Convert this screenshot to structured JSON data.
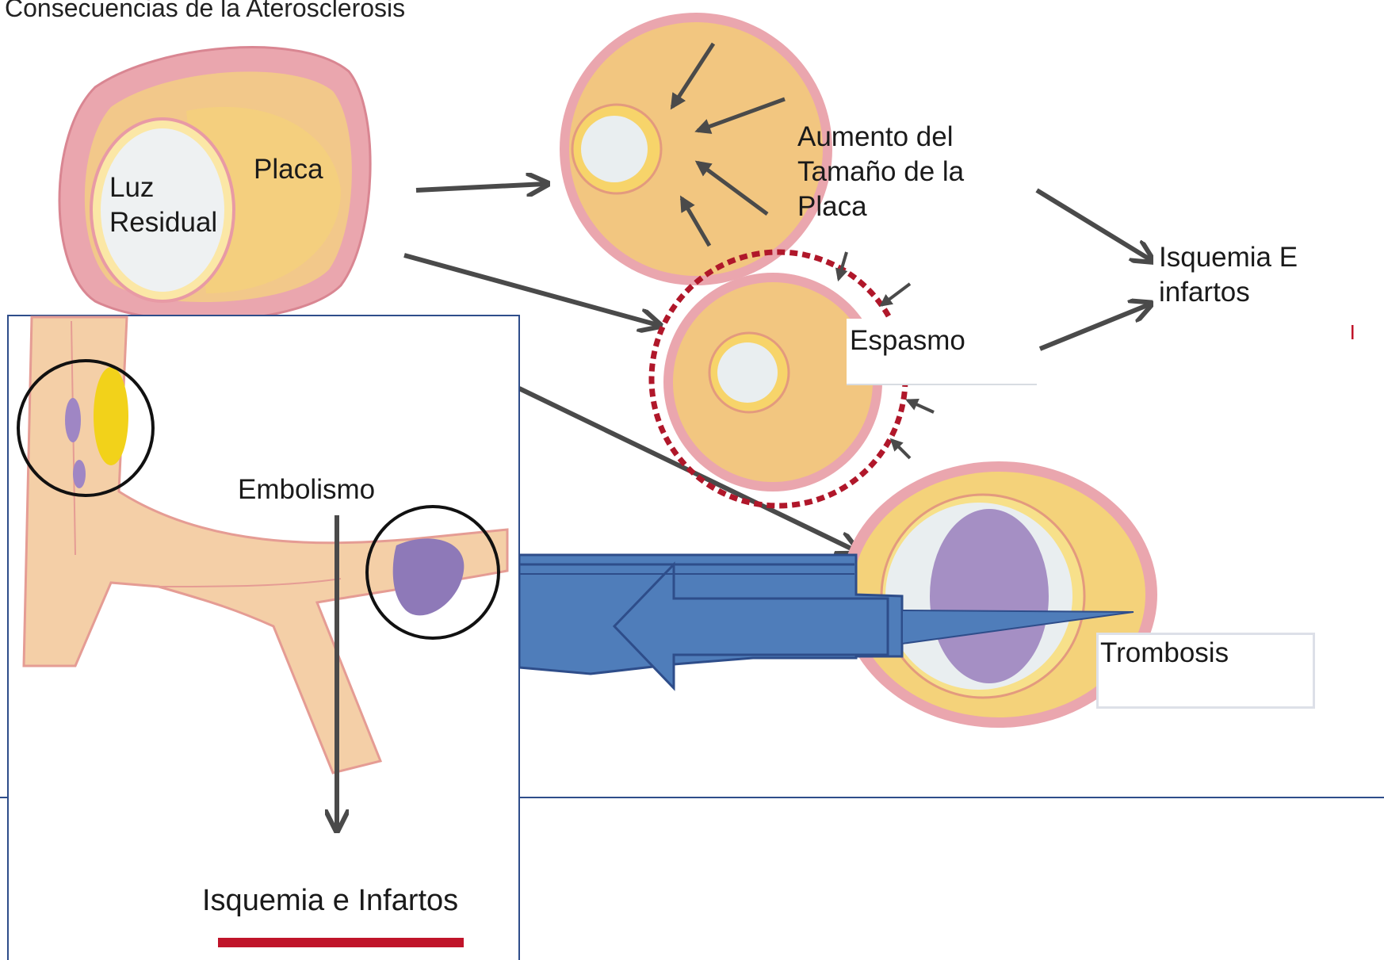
{
  "title": "Consecuencias de la Aterosclerosis",
  "labels": {
    "luz_residual": "Luz\nResidual",
    "placa": "Placa",
    "aumento": "Aumento del\nTamaño de la\nPlaca",
    "isquemia_infartos_right": "Isquemia E\ninfartos",
    "espasmo": "Espasmo",
    "trombosis": "Trombosis",
    "embolismo": "Embolismo",
    "isquemia_infartos_bottom": "Isquemia e Infartos"
  },
  "colors": {
    "vessel_wall": "#e8a0a8",
    "plaque": "#f3cc78",
    "lumen": "#e9eef0",
    "thrombus": "#a58fc4",
    "spasm_ring": "#b0172a",
    "arrow_gray": "#4a4a4a",
    "callout_blue": "#4f7dba",
    "frame_blue": "#2e4d8a",
    "underline_red": "#c0142a"
  }
}
